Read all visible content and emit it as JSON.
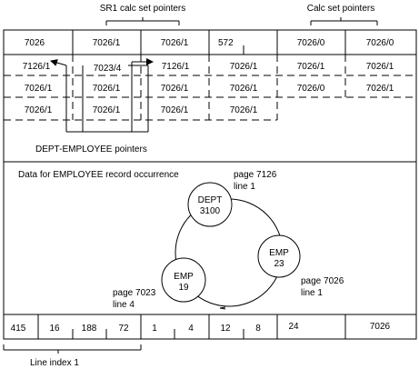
{
  "labels": {
    "sr1_pointers": "SR1 calc set pointers",
    "calc_pointers": "Calc set pointers",
    "dept_employee_pointers": "DEPT-EMPLOYEE pointers",
    "data_label": "Data for EMPLOYEE record occurrence",
    "line_index": "Line index 1"
  },
  "header_row": [
    "7026",
    "7026/1",
    "7026/1",
    "572",
    "7026/0",
    "7026/0"
  ],
  "pointer_rows": [
    [
      "7126/1",
      "7023/4",
      "7126/1",
      "7026/1",
      "7026/1",
      "7026/1"
    ],
    [
      "7026/1",
      "7026/1",
      "7026/1",
      "7026/1",
      "7026/0",
      "7026/1"
    ],
    [
      "7026/1",
      "7026/1",
      "7026/1",
      "7026/1"
    ]
  ],
  "circle_nodes": [
    {
      "name": "DEPT",
      "value": "3100"
    },
    {
      "name": "EMP",
      "value": "23"
    },
    {
      "name": "EMP",
      "value": "19"
    }
  ],
  "page_labels": {
    "dept": {
      "page": "page 7126",
      "line": "line 1"
    },
    "emp23": {
      "page": "page 7026",
      "line": "line 1"
    },
    "emp19": {
      "page": "page 7023",
      "line": "line 4"
    }
  },
  "bottom_row": [
    "415",
    "16",
    "188",
    "72",
    "1",
    "4",
    "12",
    "8",
    "24",
    "7026"
  ]
}
